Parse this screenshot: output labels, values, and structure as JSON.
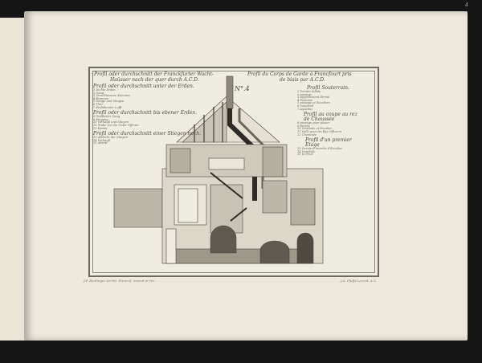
{
  "page_number": "4",
  "plate": {
    "title_de": [
      "Profil oder durchschnitt der Franckfurter Wacht-",
      "Haüsser nach der quer durch A.C.D."
    ],
    "title_fr": [
      "Profil du Corps de Garde à Francfourt pris",
      "de biais par A.C.D."
    ],
    "plate_no": "N°.4",
    "left_sections": [
      {
        "heading": "Profil oder durchschnitt unter der Erden.",
        "items": [
          "1 Dichte Erden.",
          "2 Gang",
          "3 Verschlossene Kammer.",
          "4 Brunnen",
          "5 Gänge und Stiegen",
          "6 Thür",
          "7 Einfallender Lufft"
        ]
      },
      {
        "heading": "Profil oder durchschnitt bis ebener Erden.",
        "items": [
          "8 Gepflaster Gang",
          "9 Eingang",
          "10 Vorhauß und Stiegen",
          "11 Stube vor die Unter Officier",
          "12 Kamin"
        ]
      },
      {
        "heading": "Profil oder durchschnitt einer Stiegen hoch.",
        "items": [
          "13 Abdeckt der Stiegen",
          "14 Vorhauß",
          "15 Abtritt"
        ]
      }
    ],
    "right_sections": [
      {
        "heading": "Profil Souterrain.",
        "items": [
          "1 Terrain Solide",
          "2 passage",
          "3 Appartement Fermé",
          "4 Fontaine",
          "5 passage et Escaliers",
          "6 Soupirail",
          "7 Aqueduc"
        ]
      },
      {
        "heading": "Profil au coupe au rez de Chaussée",
        "items": [
          "8 passage pour plaser",
          "9 Entrée",
          "10 Vestibule et Escalier",
          "11 Salle pour les Bas Officiers",
          "12 Cheminée"
        ]
      },
      {
        "heading": "Profil d'un premier Etage",
        "items": [
          "13 Derniere marche d'Escalier",
          "14 Vestibule",
          "15 le Privé"
        ]
      }
    ],
    "caption_left": "J.F. Riedinger Archit. Francof. invenit et fec.",
    "caption_right": "J.A. Pfeffel excud. A.V."
  }
}
